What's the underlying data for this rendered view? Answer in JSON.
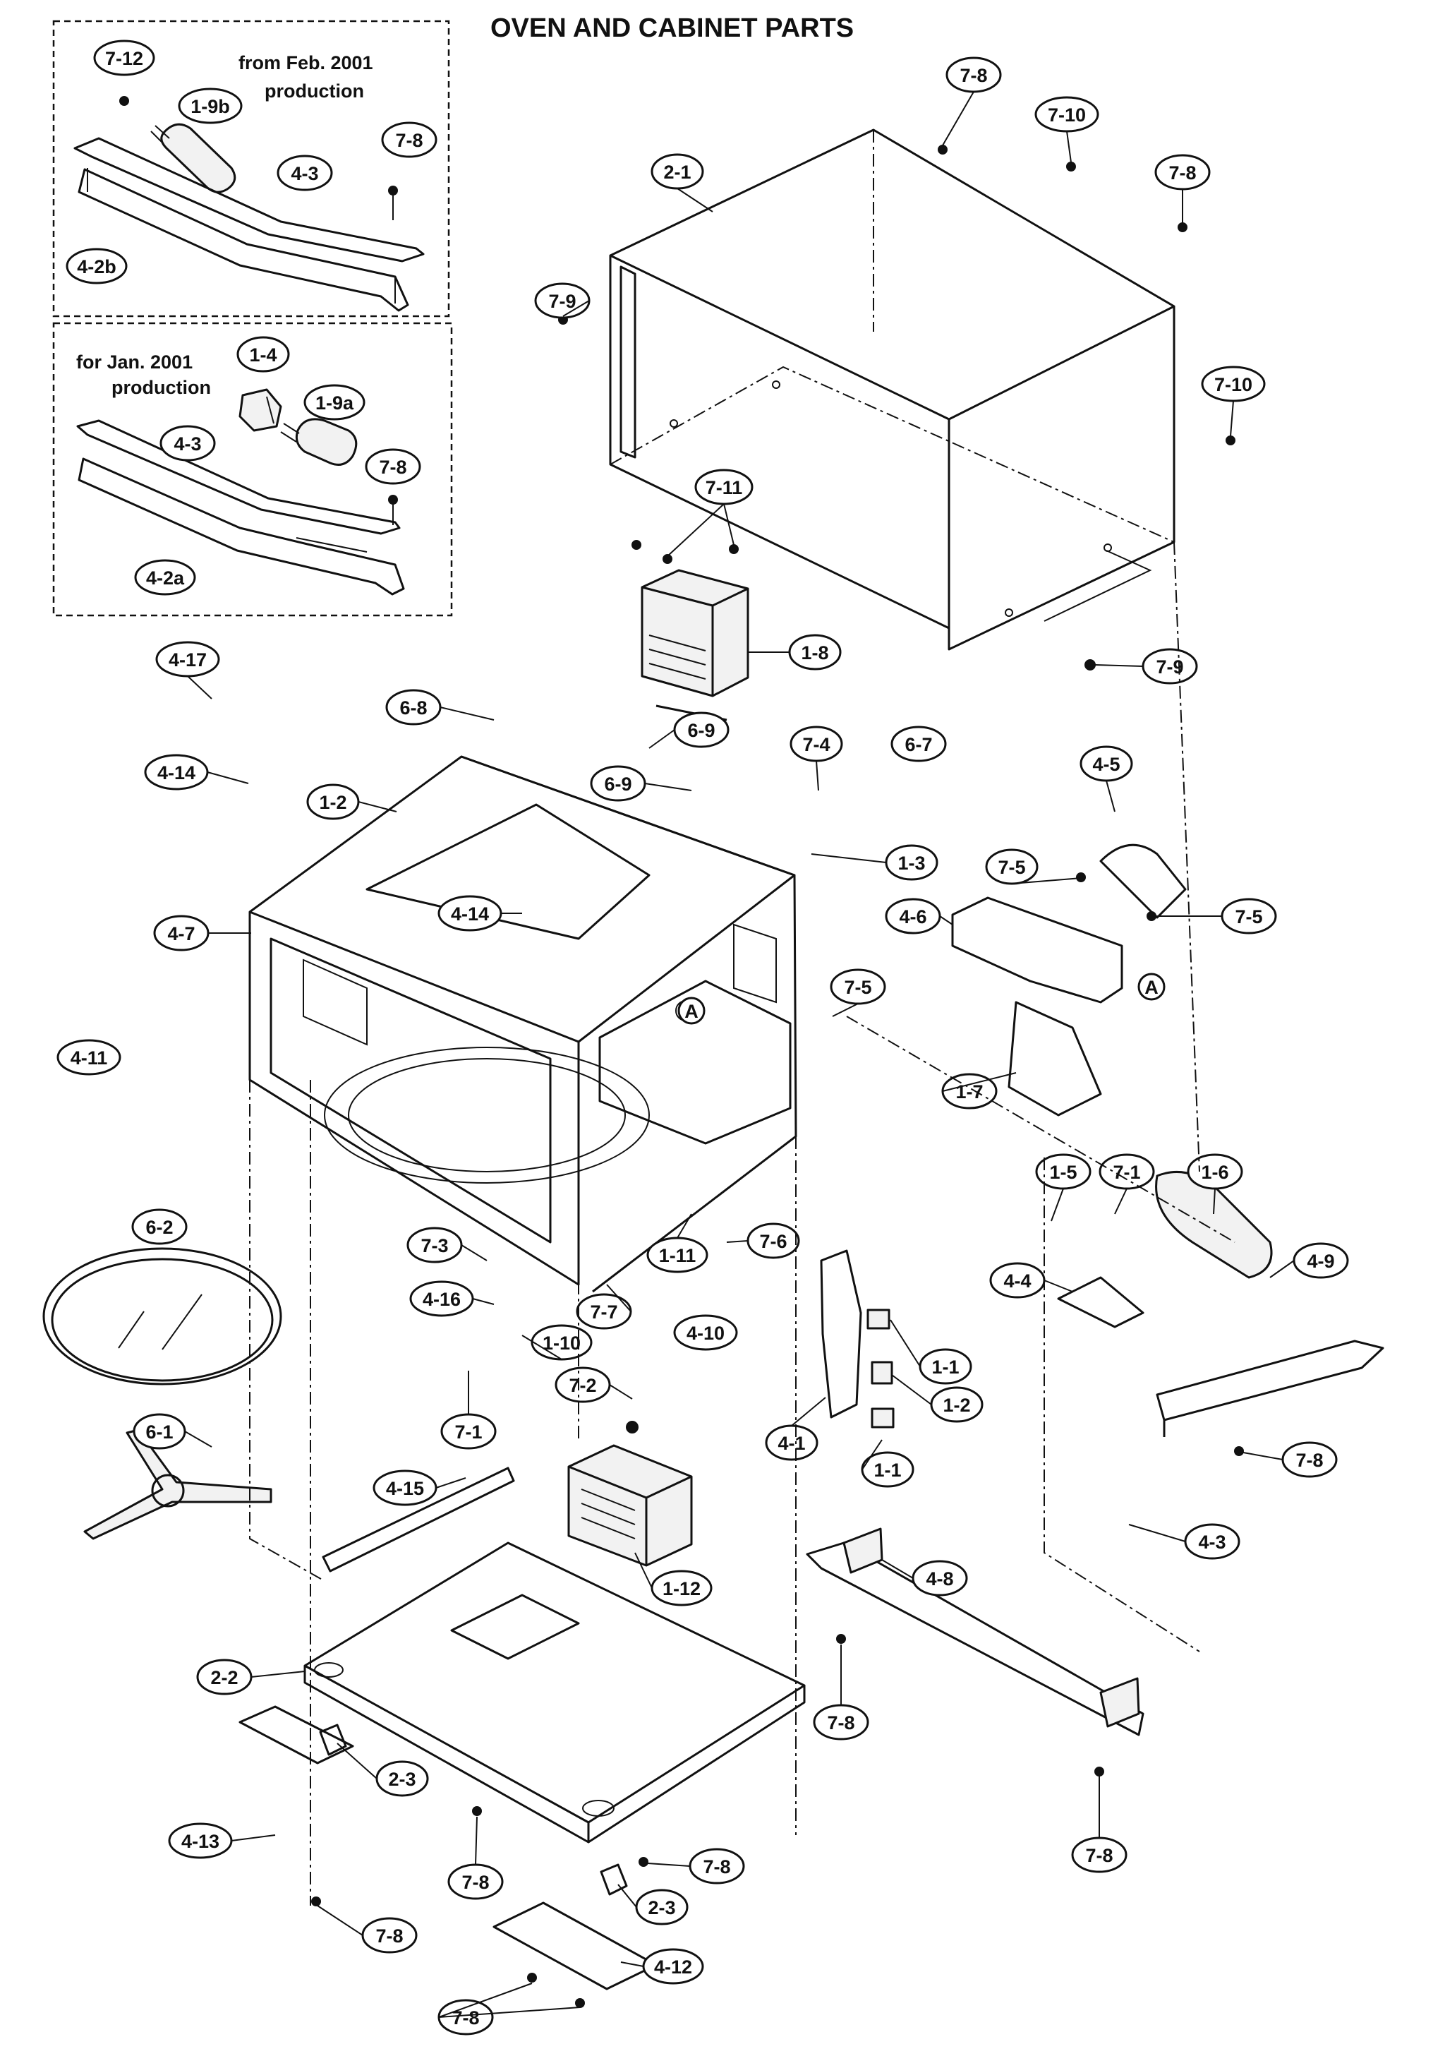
{
  "title": "OVEN AND CABINET PARTS",
  "notes": {
    "feb_2001_line1": "from Feb. 2001",
    "feb_2001_line2": "production",
    "jan_2001_line1": "for Jan. 2001",
    "jan_2001_line2": "production"
  },
  "markers": {
    "a_top": "A",
    "a_side": "A"
  },
  "callouts": {
    "c_7_12": "7-12",
    "c_1_9b": "1-9b",
    "c_7_8_box1": "7-8",
    "c_4_3_box1": "4-3",
    "c_4_2b": "4-2b",
    "c_1_4": "1-4",
    "c_1_9a": "1-9a",
    "c_4_3_box2": "4-3",
    "c_7_8_box2": "7-8",
    "c_4_2a": "4-2a",
    "c_7_8_top": "7-8",
    "c_7_10_top": "7-10",
    "c_7_8_right": "7-8",
    "c_2_1": "2-1",
    "c_7_9_left": "7-9",
    "c_7_10_right": "7-10",
    "c_7_11": "7-11",
    "c_1_8": "1-8",
    "c_7_9_bottom": "7-9",
    "c_4_17": "4-17",
    "c_6_8": "6-8",
    "c_4_14_left": "4-14",
    "c_6_9_mid": "6-9",
    "c_6_9_right": "6-9",
    "c_7_4": "7-4",
    "c_6_7": "6-7",
    "c_1_2_top": "1-2",
    "c_1_3": "1-3",
    "c_4_5": "4-5",
    "c_4_7": "4-7",
    "c_4_14_mid": "4-14",
    "c_7_5_a": "7-5",
    "c_4_6": "4-6",
    "c_7_5_b": "7-5",
    "c_7_5_c": "7-5",
    "c_4_11": "4-11",
    "c_1_7": "1-7",
    "c_6_2": "6-2",
    "c_1_5": "1-5",
    "c_7_1_top": "7-1",
    "c_1_6": "1-6",
    "c_7_3": "7-3",
    "c_1_11": "1-11",
    "c_7_6": "7-6",
    "c_4_16": "4-16",
    "c_4_4": "4-4",
    "c_4_9": "4-9",
    "c_7_7": "7-7",
    "c_4_10": "4-10",
    "c_1_10": "1-10",
    "c_1_1_top": "1-1",
    "c_1_2_bottom": "1-2",
    "c_7_2": "7-2",
    "c_7_1_bottom": "7-1",
    "c_4_1": "4-1",
    "c_1_1_bottom": "1-1",
    "c_7_8_rail": "7-8",
    "c_6_1": "6-1",
    "c_4_15": "4-15",
    "c_1_12": "1-12",
    "c_4_3_bottom": "4-3",
    "c_4_8": "4-8",
    "c_2_2": "2-2",
    "c_7_8_front": "7-8",
    "c_2_3_left": "2-3",
    "c_7_8_right_bottom": "7-8",
    "c_4_13": "4-13",
    "c_7_8_base_a": "7-8",
    "c_7_8_base_b": "7-8",
    "c_2_3_right": "2-3",
    "c_4_12": "4-12",
    "c_7_8_left_bottom": "7-8",
    "c_7_8_lowest": "7-8"
  }
}
